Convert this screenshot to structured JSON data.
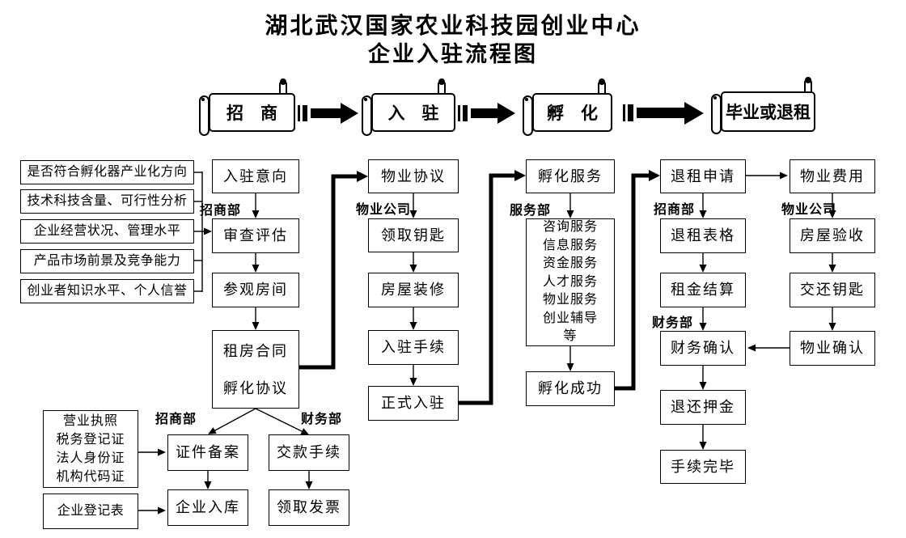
{
  "title": {
    "line1": "湖北武汉国家农业科技园创业中心",
    "line2": "企业入驻流程图"
  },
  "phases": {
    "p1": "招　商",
    "p2": "入　驻",
    "p3": "孵　化",
    "p4": "毕业或退租"
  },
  "depts": {
    "zhaoshang": "招商部",
    "wuye_gongsi": "物业公司",
    "fuwubu": "服务部",
    "caiwubu": "财务部"
  },
  "criteria": [
    "是否符合孵化器产业化方向",
    "技术科技含量、可行性分析",
    "企业经营状况、管理水平",
    "产品市场前景及竞争能力",
    "创业者知识水平、个人信誉"
  ],
  "flow_zhaoshang": {
    "intent": "入驻意向",
    "review": "审查评估",
    "visit": "参观房间",
    "contract": [
      "租房合同",
      "孵化协议"
    ]
  },
  "registration": {
    "documents": [
      "营业执照",
      "税务登记证",
      "法人身份证",
      "机构代码证"
    ],
    "form": "企业登记表",
    "filing": "证件备案",
    "archive": "企业入库",
    "payment": "交款手续",
    "invoice": "领取发票"
  },
  "flow_ruzhu": {
    "agreement": "物业协议",
    "keys": "领取钥匙",
    "renovation": "房屋装修",
    "procedures": "入驻手续",
    "move_in": "正式入驻"
  },
  "flow_fuhua": {
    "start": "孵化服务",
    "services": [
      "咨询服务",
      "信息服务",
      "资金服务",
      "人才服务",
      "物业服务",
      "创业辅导",
      "等"
    ],
    "success": "孵化成功"
  },
  "flow_tuizu": {
    "apply": "退租申请",
    "form": "退租表格",
    "rent_settle": "租金结算",
    "finance_confirm": "财务确认",
    "deposit_return": "退还押金",
    "complete": "手续完毕"
  },
  "flow_wuye": {
    "fee": "物业费用",
    "inspection": "房屋验收",
    "return_keys": "交还钥匙",
    "confirm": "物业确认"
  },
  "colors": {
    "ink": "#000000",
    "paper": "#ffffff"
  }
}
